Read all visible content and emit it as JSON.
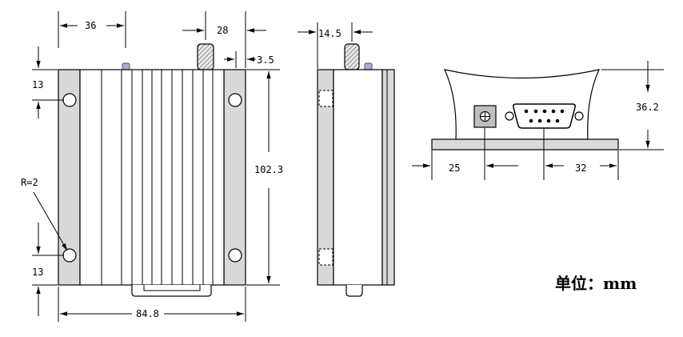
{
  "dimensions": {
    "front_width": "84.8",
    "front_height": "102.3",
    "top_margin": "13",
    "bottom_margin": "13",
    "corner_radius": "R=2",
    "left_offset": "36",
    "antenna_offset": "28",
    "antenna_gap": "3.5",
    "side_offset": "14.5",
    "end_height": "36.2",
    "connector_offset": "25",
    "db9_offset": "32"
  },
  "unit_label": "单位：mm",
  "colors": {
    "line": "#000000",
    "rail_fill": "#d9d9d9",
    "body_fill": "#ffffff",
    "power_jack": "#bfbfbf",
    "led": "#b0a8e0"
  }
}
